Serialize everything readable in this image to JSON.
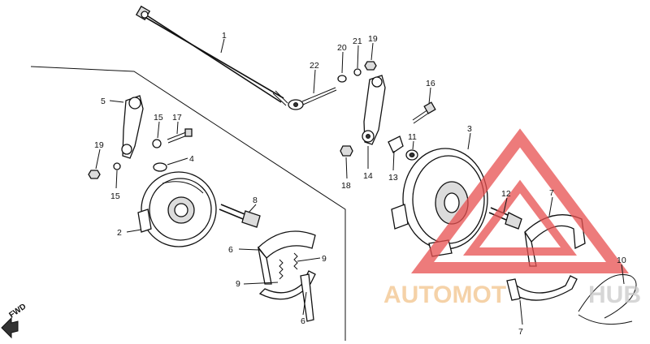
{
  "callouts": [
    "1",
    "2",
    "3",
    "4",
    "5",
    "6",
    "6",
    "7",
    "7",
    "8",
    "9",
    "9",
    "10",
    "11",
    "12",
    "13",
    "14",
    "15",
    "15",
    "16",
    "17",
    "18",
    "19",
    "19",
    "20",
    "21",
    "22"
  ],
  "direction_label": "FWD",
  "watermark": {
    "word_a": "AUTOMOT",
    "word_b": "HUB",
    "color_a": "#f2c48c",
    "color_b": "#c9c9c9",
    "triangle_color": "#e85050"
  }
}
